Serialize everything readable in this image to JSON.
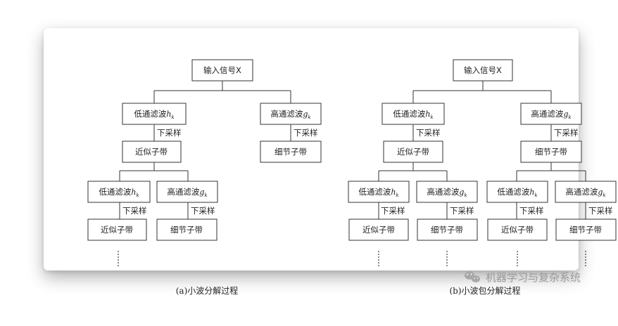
{
  "nodes": {
    "input": "输入信号X",
    "lowpass": "低通滤波",
    "highpass": "高通滤波",
    "low_symbol": "h",
    "high_symbol": "g",
    "subscript": "k",
    "downsample": "下采样",
    "approx": "近似子带",
    "detail": "细节子带"
  },
  "captions": {
    "wavelet": "(a)小波分解过程",
    "packet": "(b)小波包分解过程"
  },
  "watermark": {
    "text": "机器学习与复杂系统",
    "icon": "wechat-icon"
  },
  "colors": {
    "line": "#333333",
    "text": "#222222",
    "watermark": "#9a9a9a"
  }
}
